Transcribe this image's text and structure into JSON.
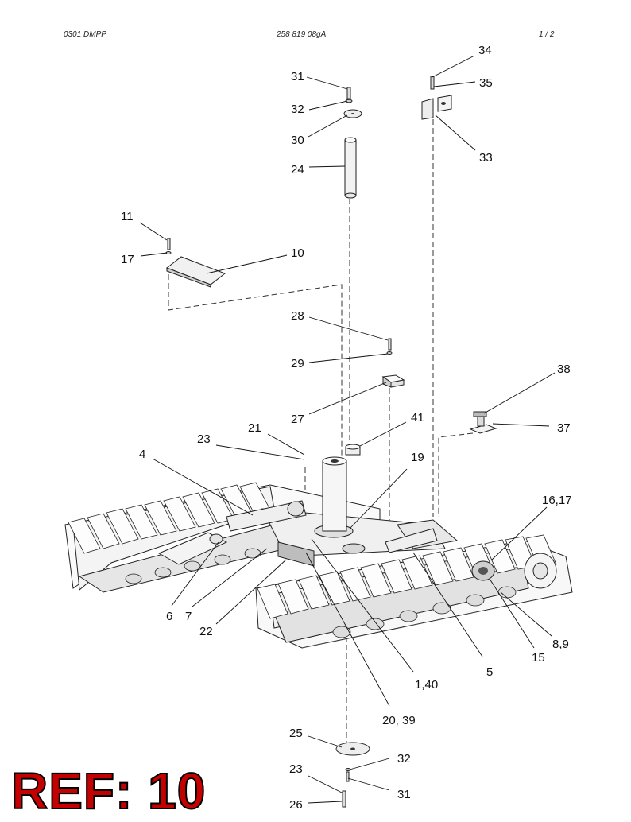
{
  "header": {
    "doc_code": "0301 DMPP",
    "part_number": "258 819 08gA",
    "page": "1 /  2"
  },
  "callouts": {
    "c31a": "31",
    "c32a": "32",
    "c30": "30",
    "c24": "24",
    "c34": "34",
    "c35": "35",
    "c33": "33",
    "c11": "11",
    "c17": "17",
    "c10": "10",
    "c28": "28",
    "c29": "29",
    "c27": "27",
    "c38": "38",
    "c37": "37",
    "c41": "41",
    "c21": "21",
    "c23a": "23",
    "c19": "19",
    "c4": "4",
    "c16_17": "16,17",
    "c6": "6",
    "c7": "7",
    "c22": "22",
    "c8_9": "8,9",
    "c15": "15",
    "c5": "5",
    "c1_40": "1,40",
    "c20_39": "20, 39",
    "c25": "25",
    "c32b": "32",
    "c23b": "23",
    "c31b": "31",
    "c26": "26"
  },
  "stamp": {
    "text": "REF: 10",
    "color": "#c40000"
  },
  "colors": {
    "line": "#111111",
    "part_fill": "#f2f2f2",
    "shade": "#bdbdbd"
  }
}
